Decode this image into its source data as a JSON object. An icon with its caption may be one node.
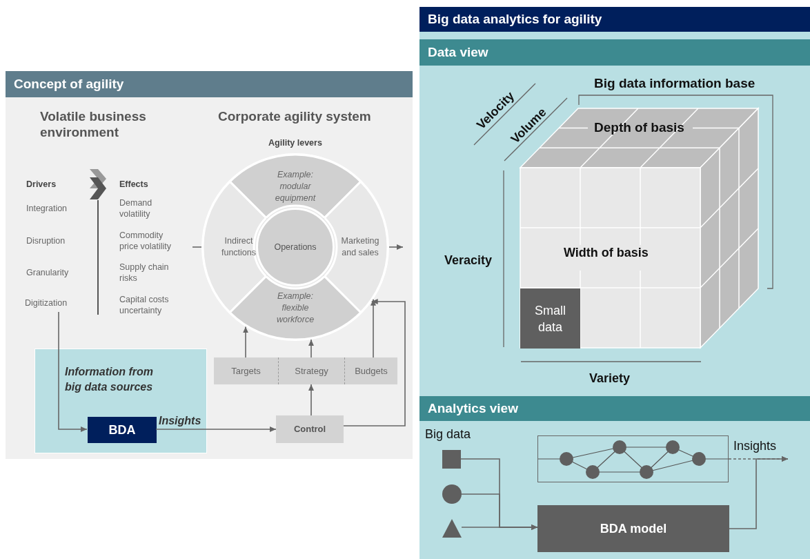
{
  "diagram": {
    "nodes": [
      {
        "text": [
          "Concept of agility"
        ]
      },
      {
        "text": [
          "Digitization"
        ],
        "in": 0
      },
      {
        "text": [
          "Agility levers"
        ],
        "in": 0
      },
      {
        "text": [
          "Example: modular equipment"
        ],
        "in": 2
      },
      {
        "text": [
          "Indirect functions"
        ],
        "in": 2
      },
      {
        "text": [
          "Operations"
        ],
        "in": 2
      },
      {
        "text": [
          "Marketing and sales"
        ],
        "in": 2
      },
      {
        "text": [
          "Example: flexible workforce"
        ],
        "in": 2
      },
      {
        "text": [
          "Information from big data sources"
        ],
        "in": 0
      },
      {
        "text": [
          "BDA"
        ],
        "in": 8
      },
      {
        "text": [
          "Targets"
        ],
        "in": 0
      },
      {
        "text": [
          "Strategy"
        ],
        "in": 0
      },
      {
        "text": [
          "Budgets"
        ],
        "in": 0
      },
      {
        "text": [
          "Control"
        ],
        "in": 0
      },
      {
        "text": [
          "Big data analytics for agility"
        ]
      },
      {
        "text": [
          "Data view"
        ],
        "in": 14
      },
      {
        "text": [
          "Small data"
        ],
        "in": 15
      },
      {
        "text": [
          "Analytics view"
        ],
        "in": 14
      },
      {
        "text": [],
        "shape": "box",
        "in": 17
      },
      {
        "text": [],
        "shape": "circle",
        "in": 17
      },
      {
        "text": [],
        "shape": "triangle",
        "in": 17
      },
      {
        "text": [],
        "shape": "picture",
        "in": 17
      },
      {
        "text": [
          "BDA model"
        ],
        "in": 17
      }
    ],
    "edges": [
      {
        "from": 1,
        "to": 9,
        "arrow": "to"
      },
      {
        "from": 9,
        "to": 13,
        "arrow": "to",
        "label": "Insights"
      },
      {
        "from": 13,
        "to": 11,
        "arrow": "to"
      },
      {
        "from": 10,
        "to": 2,
        "arrow": "to"
      },
      {
        "from": 11,
        "to": 2,
        "arrow": "to"
      },
      {
        "from": 12,
        "to": 2,
        "arrow": "to"
      },
      {
        "from": 13,
        "to": 2,
        "arrow": "to"
      },
      {
        "from": null,
        "to": 2,
        "arrow": "none"
      },
      {
        "from": 2,
        "to": null,
        "arrow": "to"
      },
      {
        "from": 18,
        "to": 22,
        "arrow": "to"
      },
      {
        "from": 19,
        "to": 22,
        "arrow": "to"
      },
      {
        "from": 20,
        "to": 22,
        "arrow": "to"
      },
      {
        "from": 22,
        "to": null,
        "arrow": "to",
        "label": "Insights"
      },
      {
        "from": 21,
        "to": null,
        "arrow": "to",
        "style": "dashed"
      }
    ],
    "labels": [
      "Volatile business environment",
      "Corporate agility system",
      "Drivers",
      "Integration",
      "Disruption",
      "Granularity",
      "Effects",
      "Demand volatility",
      "Commodity price volatility",
      "Supply chain risks",
      "Capital costs uncertainty",
      "Big data information base",
      "Velocity",
      "Volume",
      "Depth of basis",
      "Veracity",
      "Width of basis",
      "Variety",
      "Big data"
    ]
  }
}
